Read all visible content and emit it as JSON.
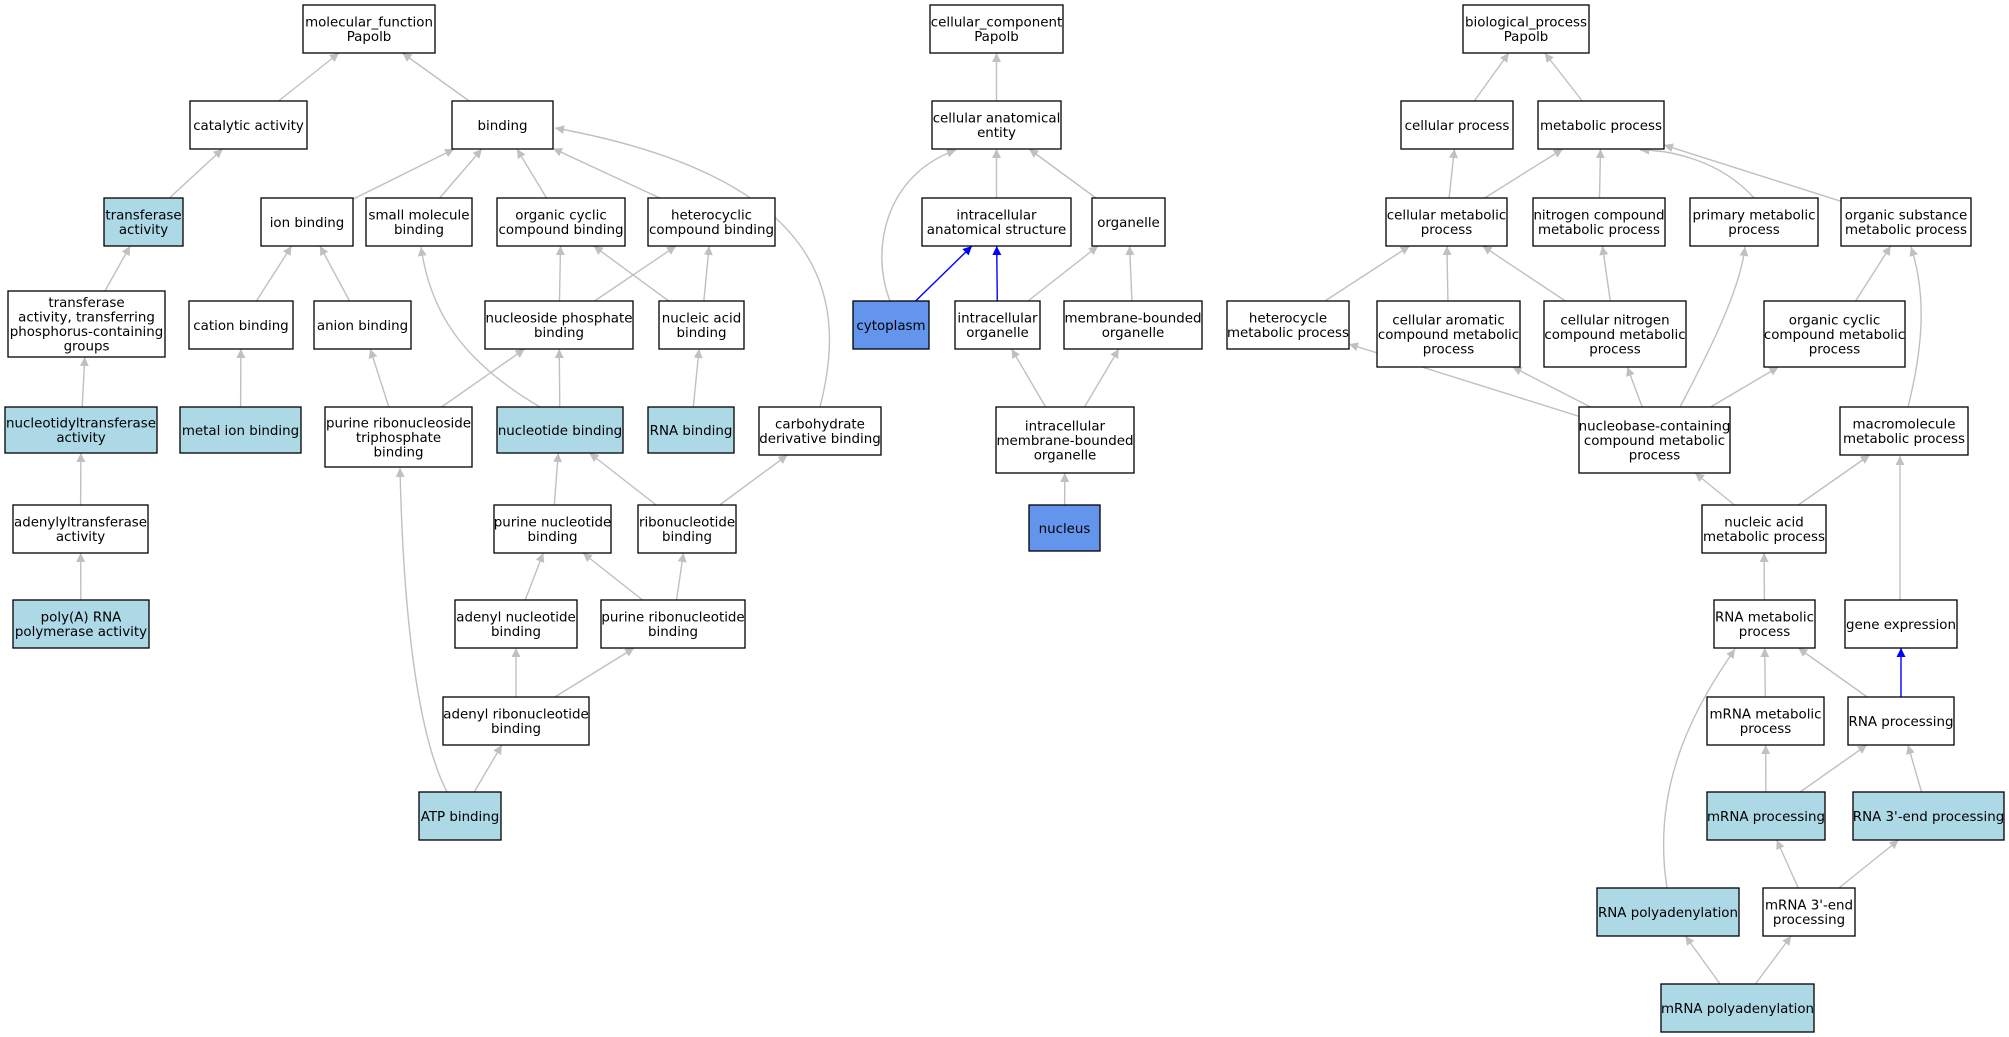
{
  "colors": {
    "plain_fill": "#ffffff",
    "highlight_fill": "#add8e6",
    "focus_fill": "#6495ed",
    "edge_gray": "#c0c0c0",
    "edge_blue": "#0000ff"
  },
  "nodes": [
    {
      "id": "mf",
      "lines": [
        "molecular_function",
        "Papolb"
      ],
      "style": "plain"
    },
    {
      "id": "catalytic",
      "lines": [
        "catalytic activity"
      ],
      "style": "plain"
    },
    {
      "id": "binding",
      "lines": [
        "binding"
      ],
      "style": "plain"
    },
    {
      "id": "transferase",
      "lines": [
        "transferase",
        "activity"
      ],
      "style": "highlight"
    },
    {
      "id": "ionbind",
      "lines": [
        "ion binding"
      ],
      "style": "plain"
    },
    {
      "id": "smallmol",
      "lines": [
        "small molecule",
        "binding"
      ],
      "style": "plain"
    },
    {
      "id": "orgcyc",
      "lines": [
        "organic cyclic",
        "compound binding"
      ],
      "style": "plain"
    },
    {
      "id": "hetcyc",
      "lines": [
        "heterocyclic",
        "compound binding"
      ],
      "style": "plain"
    },
    {
      "id": "transphos",
      "lines": [
        "transferase",
        "activity, transferring",
        "phosphorus-containing",
        "groups"
      ],
      "style": "plain"
    },
    {
      "id": "cation",
      "lines": [
        "cation binding"
      ],
      "style": "plain"
    },
    {
      "id": "anion",
      "lines": [
        "anion binding"
      ],
      "style": "plain"
    },
    {
      "id": "nucphos",
      "lines": [
        "nucleoside phosphate",
        "binding"
      ],
      "style": "plain"
    },
    {
      "id": "nucacidb",
      "lines": [
        "nucleic acid",
        "binding"
      ],
      "style": "plain"
    },
    {
      "id": "nucleotidyl",
      "lines": [
        "nucleotidyltransferase",
        "activity"
      ],
      "style": "highlight"
    },
    {
      "id": "metalion",
      "lines": [
        "metal ion binding"
      ],
      "style": "highlight"
    },
    {
      "id": "purtri",
      "lines": [
        "purine ribonucleoside",
        "triphosphate",
        "binding"
      ],
      "style": "plain"
    },
    {
      "id": "nucbind",
      "lines": [
        "nucleotide binding"
      ],
      "style": "highlight"
    },
    {
      "id": "rnabind",
      "lines": [
        "RNA binding"
      ],
      "style": "highlight"
    },
    {
      "id": "carbo",
      "lines": [
        "carbohydrate",
        "derivative binding"
      ],
      "style": "plain"
    },
    {
      "id": "adenylyl",
      "lines": [
        "adenylyltransferase",
        "activity"
      ],
      "style": "plain"
    },
    {
      "id": "purnuc",
      "lines": [
        "purine nucleotide",
        "binding"
      ],
      "style": "plain"
    },
    {
      "id": "ribonuc",
      "lines": [
        "ribonucleotide",
        "binding"
      ],
      "style": "plain"
    },
    {
      "id": "polya",
      "lines": [
        "poly(A) RNA",
        "polymerase activity"
      ],
      "style": "highlight"
    },
    {
      "id": "adenylnuc",
      "lines": [
        "adenyl nucleotide",
        "binding"
      ],
      "style": "plain"
    },
    {
      "id": "purribo",
      "lines": [
        "purine ribonucleotide",
        "binding"
      ],
      "style": "plain"
    },
    {
      "id": "adenylribo",
      "lines": [
        "adenyl ribonucleotide",
        "binding"
      ],
      "style": "plain"
    },
    {
      "id": "atp",
      "lines": [
        "ATP binding"
      ],
      "style": "highlight"
    },
    {
      "id": "cc",
      "lines": [
        "cellular_component",
        "Papolb"
      ],
      "style": "plain"
    },
    {
      "id": "cae",
      "lines": [
        "cellular anatomical",
        "entity"
      ],
      "style": "plain"
    },
    {
      "id": "ias",
      "lines": [
        "intracellular",
        "anatomical structure"
      ],
      "style": "plain"
    },
    {
      "id": "organelle",
      "lines": [
        "organelle"
      ],
      "style": "plain"
    },
    {
      "id": "cytoplasm",
      "lines": [
        "cytoplasm"
      ],
      "style": "focus"
    },
    {
      "id": "intraorg",
      "lines": [
        "intracellular",
        "organelle"
      ],
      "style": "plain"
    },
    {
      "id": "membbound",
      "lines": [
        "membrane-bounded",
        "organelle"
      ],
      "style": "plain"
    },
    {
      "id": "imbo",
      "lines": [
        "intracellular",
        "membrane-bounded",
        "organelle"
      ],
      "style": "plain"
    },
    {
      "id": "nucleus",
      "lines": [
        "nucleus"
      ],
      "style": "focus"
    },
    {
      "id": "bp",
      "lines": [
        "biological_process",
        "Papolb"
      ],
      "style": "plain"
    },
    {
      "id": "cellproc",
      "lines": [
        "cellular process"
      ],
      "style": "plain"
    },
    {
      "id": "metproc",
      "lines": [
        "metabolic process"
      ],
      "style": "plain"
    },
    {
      "id": "cellmet",
      "lines": [
        "cellular metabolic",
        "process"
      ],
      "style": "plain"
    },
    {
      "id": "nitro",
      "lines": [
        "nitrogen compound",
        "metabolic process"
      ],
      "style": "plain"
    },
    {
      "id": "primary",
      "lines": [
        "primary metabolic",
        "process"
      ],
      "style": "plain"
    },
    {
      "id": "orgsub",
      "lines": [
        "organic substance",
        "metabolic process"
      ],
      "style": "plain"
    },
    {
      "id": "hetmet",
      "lines": [
        "heterocycle",
        "metabolic process"
      ],
      "style": "plain"
    },
    {
      "id": "cellarom",
      "lines": [
        "cellular aromatic",
        "compound metabolic",
        "process"
      ],
      "style": "plain"
    },
    {
      "id": "cellnitro",
      "lines": [
        "cellular nitrogen",
        "compound metabolic",
        "process"
      ],
      "style": "plain"
    },
    {
      "id": "orgcycmet",
      "lines": [
        "organic cyclic",
        "compound metabolic",
        "process"
      ],
      "style": "plain"
    },
    {
      "id": "nucbase",
      "lines": [
        "nucleobase-containing",
        "compound metabolic",
        "process"
      ],
      "style": "plain"
    },
    {
      "id": "macro",
      "lines": [
        "macromolecule",
        "metabolic process"
      ],
      "style": "plain"
    },
    {
      "id": "nucacidmet",
      "lines": [
        "nucleic acid",
        "metabolic process"
      ],
      "style": "plain"
    },
    {
      "id": "rnamet",
      "lines": [
        "RNA metabolic",
        "process"
      ],
      "style": "plain"
    },
    {
      "id": "geneexp",
      "lines": [
        "gene expression"
      ],
      "style": "plain"
    },
    {
      "id": "mrnamet",
      "lines": [
        "mRNA metabolic",
        "process"
      ],
      "style": "plain"
    },
    {
      "id": "rnaproc",
      "lines": [
        "RNA processing"
      ],
      "style": "plain"
    },
    {
      "id": "mrnaproc",
      "lines": [
        "mRNA processing"
      ],
      "style": "highlight"
    },
    {
      "id": "rna3",
      "lines": [
        "RNA 3'-end processing"
      ],
      "style": "highlight"
    },
    {
      "id": "rnapolyad",
      "lines": [
        "RNA polyadenylation"
      ],
      "style": "highlight"
    },
    {
      "id": "mrna3",
      "lines": [
        "mRNA 3'-end",
        "processing"
      ],
      "style": "plain"
    },
    {
      "id": "mrnapolyad",
      "lines": [
        "mRNA polyadenylation"
      ],
      "style": "highlight"
    }
  ],
  "edges": [
    {
      "from": "catalytic",
      "to": "mf",
      "color": "gray"
    },
    {
      "from": "binding",
      "to": "mf",
      "color": "gray"
    },
    {
      "from": "transferase",
      "to": "catalytic",
      "color": "gray"
    },
    {
      "from": "transphos",
      "to": "transferase",
      "color": "gray"
    },
    {
      "from": "nucleotidyl",
      "to": "transphos",
      "color": "gray"
    },
    {
      "from": "adenylyl",
      "to": "nucleotidyl",
      "color": "gray"
    },
    {
      "from": "polya",
      "to": "adenylyl",
      "color": "gray"
    },
    {
      "from": "ionbind",
      "to": "binding",
      "color": "gray"
    },
    {
      "from": "smallmol",
      "to": "binding",
      "color": "gray"
    },
    {
      "from": "orgcyc",
      "to": "binding",
      "color": "gray"
    },
    {
      "from": "hetcyc",
      "to": "binding",
      "color": "gray"
    },
    {
      "from": "carbo",
      "to": "binding",
      "color": "gray"
    },
    {
      "from": "cation",
      "to": "ionbind",
      "color": "gray"
    },
    {
      "from": "anion",
      "to": "ionbind",
      "color": "gray"
    },
    {
      "from": "metalion",
      "to": "cation",
      "color": "gray"
    },
    {
      "from": "nucphos",
      "to": "orgcyc",
      "color": "gray"
    },
    {
      "from": "nucphos",
      "to": "hetcyc",
      "color": "gray"
    },
    {
      "from": "nucacidb",
      "to": "orgcyc",
      "color": "gray"
    },
    {
      "from": "nucacidb",
      "to": "hetcyc",
      "color": "gray"
    },
    {
      "from": "rnabind",
      "to": "nucacidb",
      "color": "gray"
    },
    {
      "from": "purtri",
      "to": "anion",
      "color": "gray"
    },
    {
      "from": "purtri",
      "to": "nucphos",
      "color": "gray"
    },
    {
      "from": "nucbind",
      "to": "nucphos",
      "color": "gray"
    },
    {
      "from": "nucbind",
      "to": "smallmol",
      "color": "gray"
    },
    {
      "from": "purnuc",
      "to": "nucbind",
      "color": "gray"
    },
    {
      "from": "ribonuc",
      "to": "nucbind",
      "color": "gray"
    },
    {
      "from": "ribonuc",
      "to": "carbo",
      "color": "gray"
    },
    {
      "from": "adenylnuc",
      "to": "purnuc",
      "color": "gray"
    },
    {
      "from": "purribo",
      "to": "purnuc",
      "color": "gray"
    },
    {
      "from": "purribo",
      "to": "ribonuc",
      "color": "gray"
    },
    {
      "from": "adenylribo",
      "to": "adenylnuc",
      "color": "gray"
    },
    {
      "from": "adenylribo",
      "to": "purribo",
      "color": "gray"
    },
    {
      "from": "atp",
      "to": "adenylribo",
      "color": "gray"
    },
    {
      "from": "atp",
      "to": "purtri",
      "color": "gray"
    },
    {
      "from": "cae",
      "to": "cc",
      "color": "gray"
    },
    {
      "from": "ias",
      "to": "cae",
      "color": "gray"
    },
    {
      "from": "organelle",
      "to": "cae",
      "color": "gray"
    },
    {
      "from": "cytoplasm",
      "to": "cae",
      "color": "gray"
    },
    {
      "from": "cytoplasm",
      "to": "ias",
      "color": "blue"
    },
    {
      "from": "intraorg",
      "to": "ias",
      "color": "blue"
    },
    {
      "from": "intraorg",
      "to": "organelle",
      "color": "gray"
    },
    {
      "from": "membbound",
      "to": "organelle",
      "color": "gray"
    },
    {
      "from": "imbo",
      "to": "intraorg",
      "color": "gray"
    },
    {
      "from": "imbo",
      "to": "membbound",
      "color": "gray"
    },
    {
      "from": "nucleus",
      "to": "imbo",
      "color": "gray"
    },
    {
      "from": "cellproc",
      "to": "bp",
      "color": "gray"
    },
    {
      "from": "metproc",
      "to": "bp",
      "color": "gray"
    },
    {
      "from": "cellmet",
      "to": "cellproc",
      "color": "gray"
    },
    {
      "from": "cellmet",
      "to": "metproc",
      "color": "gray"
    },
    {
      "from": "nitro",
      "to": "metproc",
      "color": "gray"
    },
    {
      "from": "primary",
      "to": "metproc",
      "color": "gray"
    },
    {
      "from": "orgsub",
      "to": "metproc",
      "color": "gray"
    },
    {
      "from": "hetmet",
      "to": "cellmet",
      "color": "gray"
    },
    {
      "from": "cellarom",
      "to": "cellmet",
      "color": "gray"
    },
    {
      "from": "cellnitro",
      "to": "cellmet",
      "color": "gray"
    },
    {
      "from": "cellnitro",
      "to": "nitro",
      "color": "gray"
    },
    {
      "from": "orgcycmet",
      "to": "orgsub",
      "color": "gray"
    },
    {
      "from": "macro",
      "to": "orgsub",
      "color": "gray"
    },
    {
      "from": "nucbase",
      "to": "hetmet",
      "color": "gray"
    },
    {
      "from": "nucbase",
      "to": "cellarom",
      "color": "gray"
    },
    {
      "from": "nucbase",
      "to": "cellnitro",
      "color": "gray"
    },
    {
      "from": "nucbase",
      "to": "primary",
      "color": "gray"
    },
    {
      "from": "nucbase",
      "to": "orgcycmet",
      "color": "gray"
    },
    {
      "from": "nucacidmet",
      "to": "nucbase",
      "color": "gray"
    },
    {
      "from": "nucacidmet",
      "to": "macro",
      "color": "gray"
    },
    {
      "from": "rnamet",
      "to": "nucacidmet",
      "color": "gray"
    },
    {
      "from": "geneexp",
      "to": "macro",
      "color": "gray"
    },
    {
      "from": "mrnamet",
      "to": "rnamet",
      "color": "gray"
    },
    {
      "from": "rnaproc",
      "to": "rnamet",
      "color": "gray"
    },
    {
      "from": "rnaproc",
      "to": "geneexp",
      "color": "blue"
    },
    {
      "from": "mrnaproc",
      "to": "mrnamet",
      "color": "gray"
    },
    {
      "from": "mrnaproc",
      "to": "rnaproc",
      "color": "gray"
    },
    {
      "from": "rna3",
      "to": "rnaproc",
      "color": "gray"
    },
    {
      "from": "rnapolyad",
      "to": "rnamet",
      "color": "gray"
    },
    {
      "from": "mrna3",
      "to": "mrnaproc",
      "color": "gray"
    },
    {
      "from": "mrna3",
      "to": "rna3",
      "color": "gray"
    },
    {
      "from": "mrnapolyad",
      "to": "rnapolyad",
      "color": "gray"
    },
    {
      "from": "mrnapolyad",
      "to": "mrna3",
      "color": "gray"
    }
  ]
}
